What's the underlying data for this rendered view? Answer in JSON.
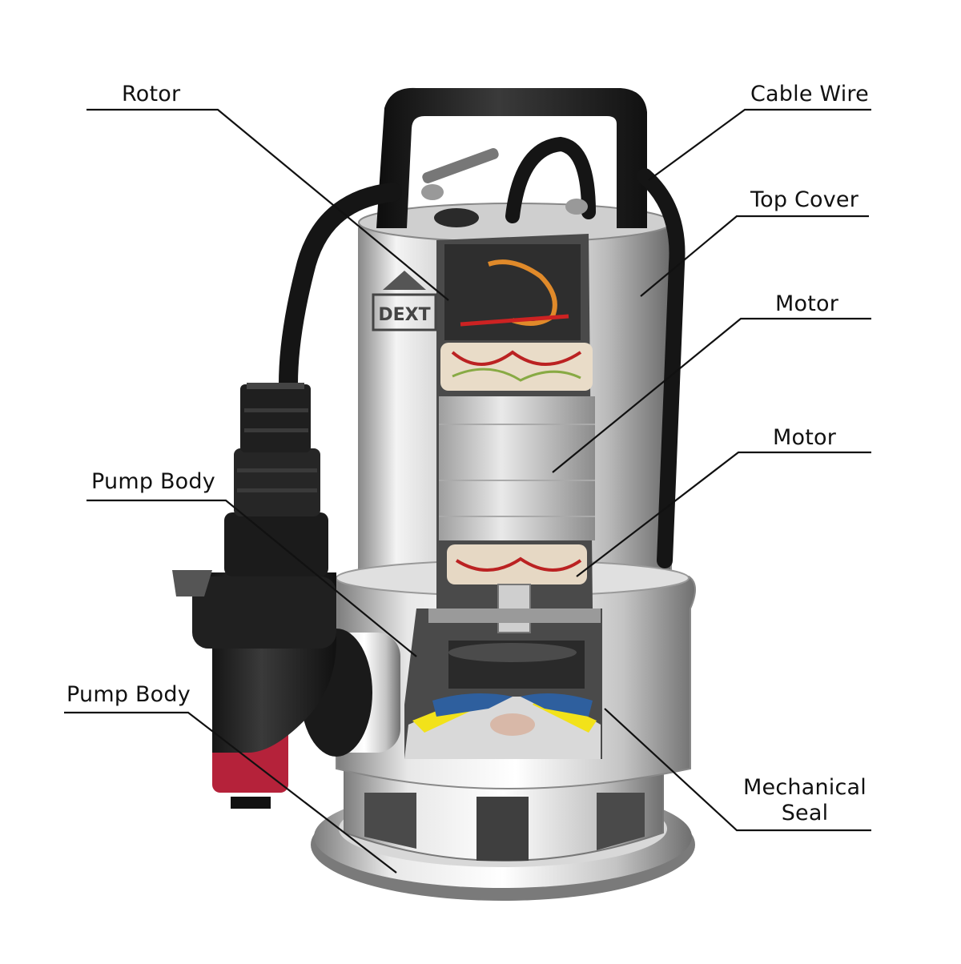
{
  "brand": {
    "logo_text": "DEXT"
  },
  "labels": {
    "rotor": "Rotor",
    "cable_wire": "Cable Wire",
    "top_cover": "Top Cover",
    "motor_1": "Motor",
    "motor_2": "Motor",
    "pump_body_1": "Pump Body",
    "pump_body_2": "Pump Body",
    "mechanical_seal_line1": "Mechanical",
    "mechanical_seal_line2": "Seal"
  },
  "colors": {
    "steel_light": "#f2f2f2",
    "steel_mid": "#bdbdbd",
    "steel_dark": "#6e6e6e",
    "plastic_black": "#1c1c1c",
    "accent_red": "#b5223a",
    "impeller_yellow": "#f2e21a",
    "impeller_blue": "#2e5f9e",
    "leader_line": "#111111"
  }
}
